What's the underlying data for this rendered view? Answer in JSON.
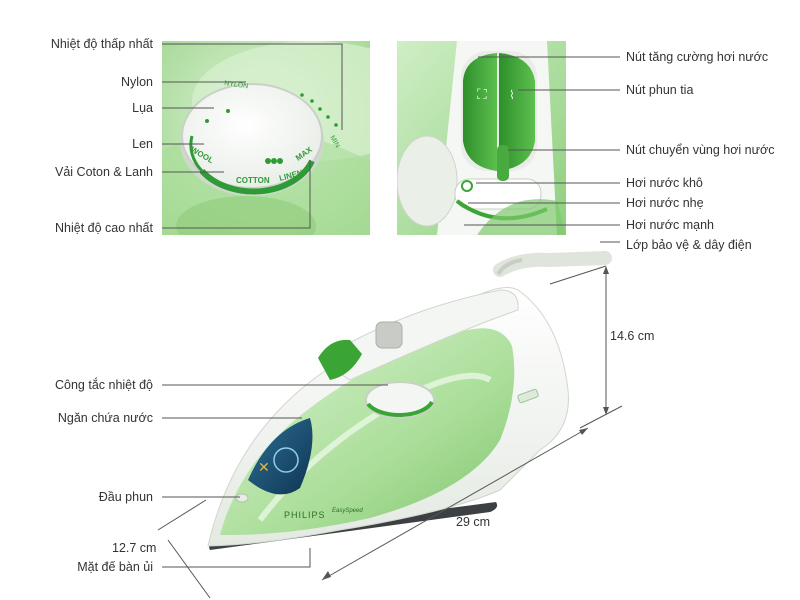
{
  "left_labels": {
    "min_temp": "Nhiệt độ thấp nhất",
    "nylon": "Nylon",
    "silk": "Lụa",
    "wool": "Len",
    "cotton_linen": "Vải Coton & Lanh",
    "max_temp": "Nhiệt độ cao nhất",
    "temp_switch": "Công tắc nhiệt độ",
    "water_tank": "Ngăn chứa nước",
    "spray_nozzle": "Đầu phun",
    "soleplate": "Mặt đế bàn ủi"
  },
  "right_labels": {
    "steam_boost": "Nút tăng cường hơi nước",
    "spray_button": "Nút phun tia",
    "steam_zone_switch": "Nút chuyển vùng hơi nước",
    "dry_steam": "Hơi nước khô",
    "light_steam": "Hơi nước nhẹ",
    "strong_steam": "Hơi nước mạnh",
    "cord_protection": "Lớp bảo vệ & dây điện"
  },
  "dimensions": {
    "height": "14.6 cm",
    "length": "29 cm",
    "width": "12.7 cm"
  },
  "dial_text": {
    "nylon": "NYLON",
    "min": "MIN",
    "wool": "WOOL",
    "max": "MAX",
    "cotton": "COTTON",
    "linen": "LINEN"
  },
  "brand": {
    "name": "PHILIPS",
    "model": "EasySpeed"
  },
  "colors": {
    "accent_green": "#3aa535",
    "light_green": "#bfe8b4",
    "leader_line": "#555555",
    "body_white": "#f7f9f6",
    "sole_dark": "#3d4043",
    "blue_label": "#1f4f78"
  }
}
